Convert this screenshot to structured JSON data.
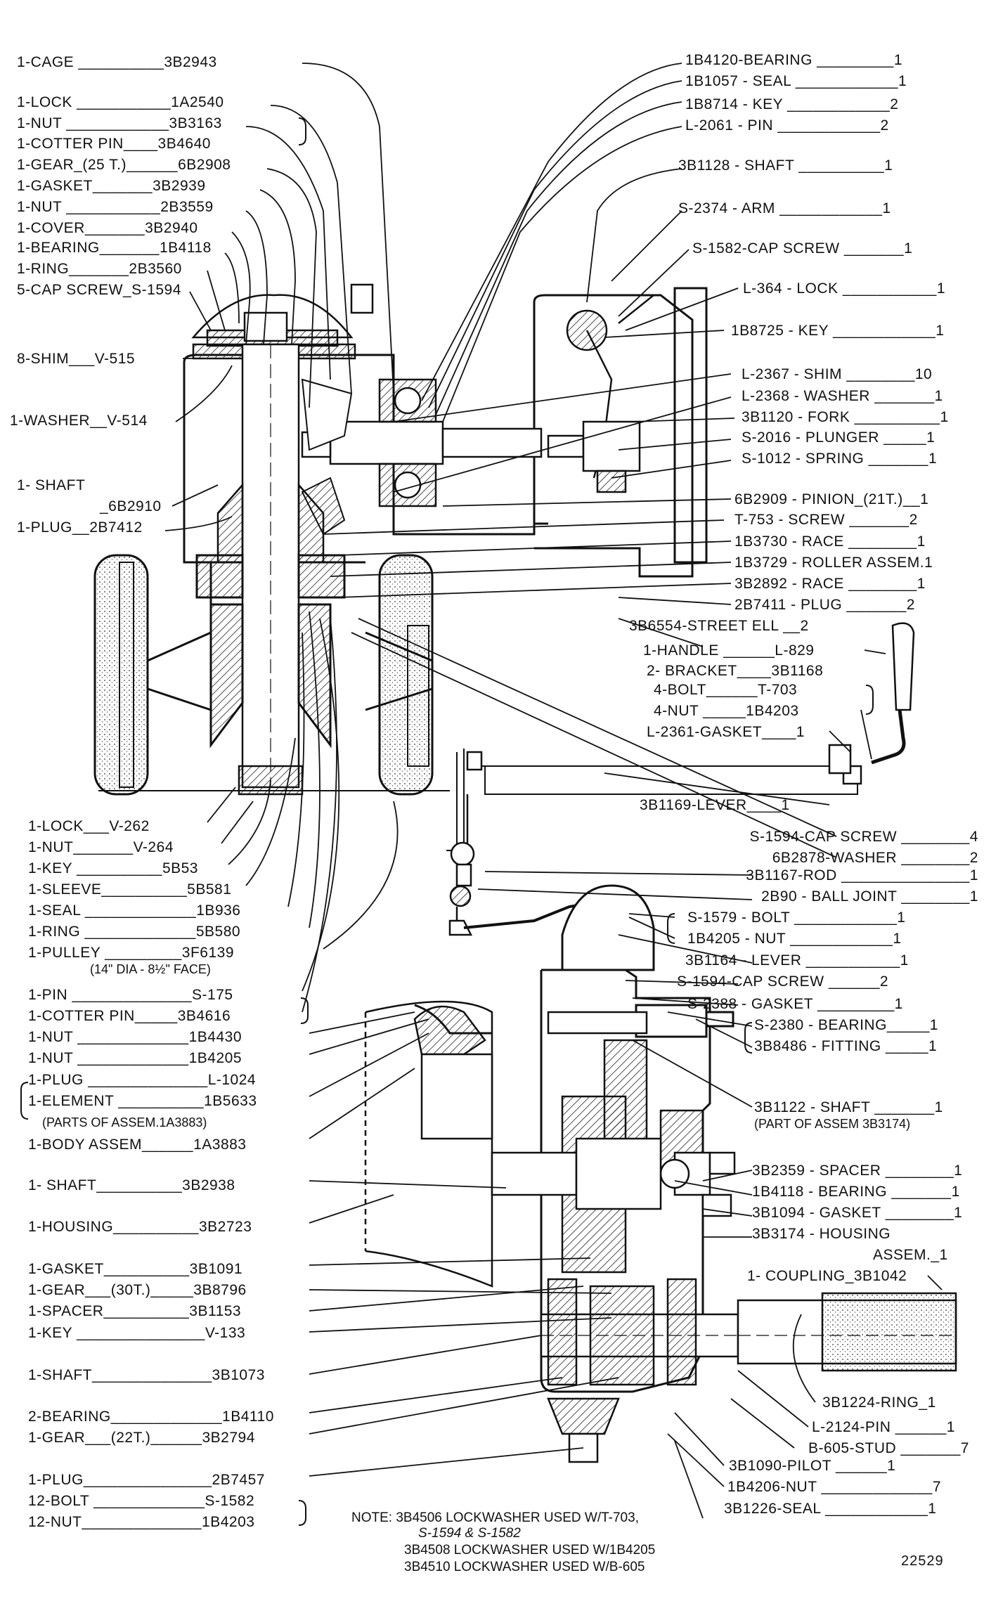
{
  "left_labels": [
    "1-CAGE __________3B2943",
    "1-LOCK ___________1A2540",
    "1-NUT ____________3B3163",
    "1-COTTER PIN____3B4640",
    "1-GEAR_(25 T.)______6B2908",
    "1-GASKET_______3B2939",
    "1-NUT ___________2B3559",
    "1-COVER_______3B2940",
    "1-BEARING_______1B4118",
    "1-RING_______2B3560",
    "5-CAP SCREW_S-1594",
    "8-SHIM___V-515",
    "1-WASHER__V-514",
    "1- SHAFT",
    "_6B2910",
    "1-PLUG__2B7412",
    "1-LOCK___V-262",
    "1-NUT_______V-264",
    "1-KEY __________5B53",
    "1-SLEEVE__________5B581",
    "1-SEAL _____________1B936",
    "1-RING _____________5B580",
    "1-PULLEY _________3F6139",
    "1-PIN ______________S-175",
    "1-COTTER PIN_____3B4616",
    "1-NUT _____________1B4430",
    "1-NUT _____________1B4205",
    "1-PLUG ______________L-1024",
    "1-ELEMENT __________1B5633",
    "1-BODY ASSEM______1A3883",
    "1- SHAFT__________3B2938",
    "1-HOUSING__________3B2723",
    "1-GASKET__________3B1091",
    "1-GEAR___(30T.)_____3B8796",
    "1-SPACER__________3B1153",
    "1-KEY _______________V-133",
    "1-SHAFT______________3B1073",
    "2-BEARING_____________1B4110",
    "1-GEAR___(22T.)______3B2794",
    "1-PLUG_______________2B7457",
    "12-BOLT _____________S-1582",
    "12-NUT______________1B4203"
  ],
  "left_notes": [
    "(14\" DIA - 8½\" FACE)",
    "(PARTS OF ASSEM.1A3883)"
  ],
  "right_labels": [
    "1B4120-BEARING _________1",
    "1B1057 - SEAL ____________1",
    "1B8714 - KEY ____________2",
    "L-2061 - PIN ____________2",
    "3B1128 - SHAFT __________1",
    "S-2374 - ARM ____________1",
    "S-1582-CAP SCREW _______1",
    "L-364 - LOCK ___________1",
    "1B8725 - KEY ____________1",
    "L-2367 - SHIM ________10",
    "L-2368 - WASHER _______1",
    "3B1120 - FORK __________1",
    "S-2016 - PLUNGER _____1",
    "S-1012 - SPRING _______1",
    "6B2909 - PINION_(21T.)__1",
    "T-753 - SCREW _______2",
    "1B3730 - RACE ________1",
    "1B3729 - ROLLER ASSEM.1",
    "3B2892 - RACE ________1",
    "2B7411 - PLUG _______2",
    "3B6554-STREET ELL __2",
    "1-HANDLE ______L-829",
    "2- BRACKET____3B1168",
    "4-BOLT______T-703",
    "4-NUT _____1B4203",
    "L-2361-GASKET____1",
    "3B1169-LEVER____1",
    "S-1594-CAP SCREW ________4",
    "6B2878-WASHER ________2",
    "3B1167-ROD _______________1",
    "2B90 - BALL JOINT ________1",
    "S-1579 - BOLT ____________1",
    "1B4205 - NUT ____________1",
    "3B1164 - LEVER ___________1",
    "S-1594-CAP SCREW ______2",
    "S-2388 - GASKET _________1",
    "S-2380 - BEARING_____1",
    "3B8486 - FITTING _____1",
    "3B1122 - SHAFT _______1",
    "3B2359 - SPACER ________1",
    "1B4118 - BEARING _______1",
    "3B1094 - GASKET ________1",
    "3B3174 - HOUSING",
    "ASSEM._1",
    "1- COUPLING_3B1042",
    "3B1224-RING_1",
    "L-2124-PIN ______1",
    "B-605-STUD _______7",
    "3B1090-PILOT ______1",
    "1B4206-NUT _____________7",
    "3B1226-SEAL ____________1"
  ],
  "right_notes": [
    "(PART OF ASSEM 3B3174)"
  ],
  "note_lines": [
    "NOTE: 3B4506 LOCKWASHER USED W/T-703,",
    "S-1594 & S-1582",
    "3B4508 LOCKWASHER USED W/1B4205",
    "3B4510 LOCKWASHER USED W/B-605"
  ],
  "figure_number": "22529"
}
